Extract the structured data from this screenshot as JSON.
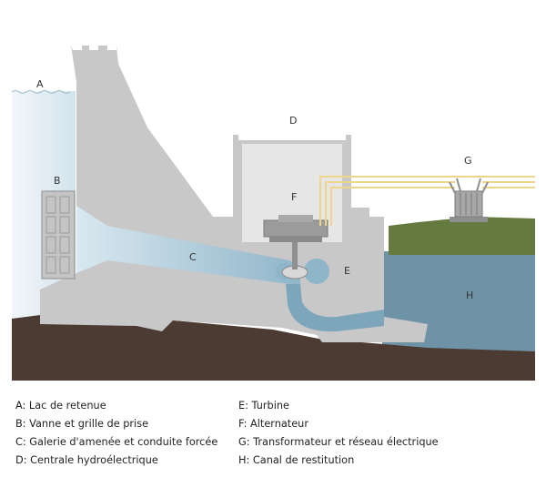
{
  "diagram": {
    "labels": {
      "a": "A",
      "b": "B",
      "c": "C",
      "d": "D",
      "e": "E",
      "f": "F",
      "g": "G",
      "h": "H"
    },
    "colors": {
      "structure": "#c8c8c8",
      "structure_light": "#dcdcdc",
      "water": "#9cc0d3",
      "reservoir": "#e4eef4",
      "ground": "#4b3b33",
      "grass": "#647a3f",
      "river": "#6f93a6",
      "cable": "#f0d48c",
      "machine": "#8f8f8f"
    }
  },
  "legend": {
    "left": [
      "A: Lac de retenue",
      "B: Vanne et grille de prise",
      "C: Galerie d'amenée et conduite forcée",
      "D: Centrale hydroélectrique"
    ],
    "right": [
      "E: Turbine",
      "F: Alternateur",
      "G: Transformateur et réseau électrique",
      "H: Canal de restitution"
    ]
  }
}
